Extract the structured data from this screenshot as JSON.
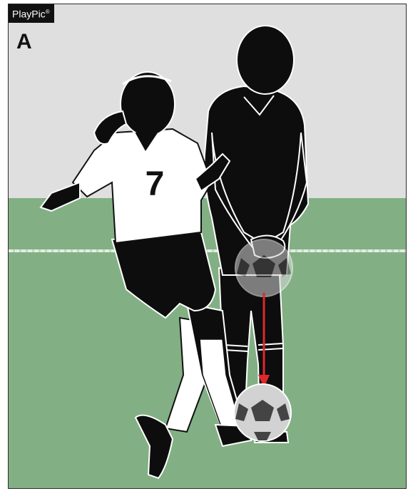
{
  "brand": {
    "name": "PlayPic",
    "mark": "®"
  },
  "panel": {
    "letter": "A"
  },
  "player": {
    "jersey_number": "7"
  },
  "colors": {
    "field": "#82b084",
    "sky": "#dfdfdf",
    "arrow": "#e0282b",
    "silhouette": "#0d0d0d"
  },
  "icons": [
    "ball-icon",
    "arrow-icon"
  ]
}
